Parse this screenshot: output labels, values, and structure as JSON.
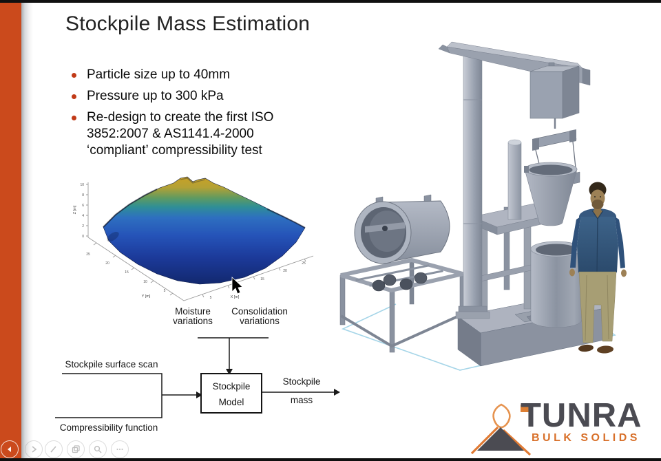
{
  "slide": {
    "title": "Stockpile Mass Estimation",
    "bullets": [
      "Particle size up to 40mm",
      "Pressure up to 300 kPa",
      "Re-design to create the first ISO 3852:2007 & AS1141.4-2000 ‘compliant’ compressibility test"
    ]
  },
  "surface_plot": {
    "xlabel": "X [m]",
    "ylabel": "Y [m]",
    "zlabel": "Z [m]",
    "x_ticks_display": [
      "5",
      "10",
      "15",
      "20",
      "25"
    ],
    "y_ticks_display": [
      "5",
      "10",
      "15",
      "20",
      "25"
    ],
    "z_ticks_display": [
      "10",
      "8",
      "6",
      "4",
      "2",
      "0"
    ],
    "chart_data": {
      "type": "surface",
      "title": "",
      "xlabel": "X [m]",
      "ylabel": "Y [m]",
      "zlabel": "Z [m]",
      "x_range": [
        0,
        27
      ],
      "y_range": [
        0,
        27
      ],
      "z_range": [
        0,
        10
      ],
      "x_ticks": [
        5,
        10,
        15,
        20,
        25
      ],
      "y_ticks": [
        5,
        10,
        15,
        20,
        25
      ],
      "z_ticks": [
        0,
        2,
        4,
        6,
        8,
        10
      ],
      "series": [
        {
          "name": "stockpile surface scan",
          "description": "Conical stockpile height map; peak approx 9-10 m high near centre (x~13 m, y~13 m), base approx 25 m across; colour by height from dark blue (0 m) through teal to yellow at the peak"
        }
      ],
      "legend": false,
      "grid": false
    }
  },
  "flow_diagram": {
    "moisture": [
      "Moisture",
      "variations"
    ],
    "consolidation": [
      "Consolidation",
      "variations"
    ],
    "surface_scan": "Stockpile surface scan",
    "compressibility": "Compressibility function",
    "box": [
      "Stockpile",
      "Model"
    ],
    "output": [
      "Stockpile",
      "mass"
    ]
  },
  "logo": {
    "brand": "TUNRA",
    "tagline": "BULK SOLIDS"
  },
  "nav": {
    "buttons": [
      "back",
      "forward",
      "pen",
      "slides",
      "zoom",
      "more"
    ]
  },
  "colors": {
    "accent_bar": "#cb4a1c",
    "bullet_dot": "#c13a17",
    "logo_gray": "#4b4b52",
    "logo_orange": "#d8702a",
    "floor_line": "#a5d5e8"
  }
}
